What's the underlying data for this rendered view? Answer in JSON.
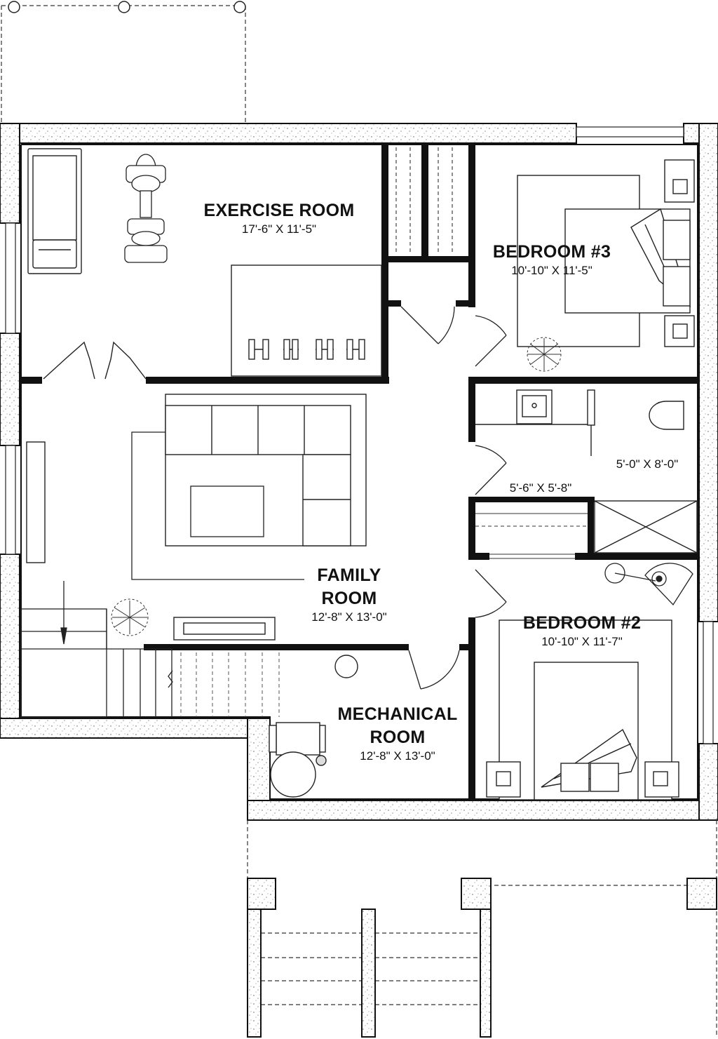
{
  "rooms": {
    "exercise": {
      "name": "EXERCISE ROOM",
      "dims": "17'-6\" X 11'-5\""
    },
    "bedroom3": {
      "name": "BEDROOM #3",
      "dims": "10'-10\" X 11'-5\""
    },
    "family": {
      "name_line1": "FAMILY",
      "name_line2": "ROOM",
      "dims": "12'-8\" X 13'-0\""
    },
    "bedroom2": {
      "name": "BEDROOM #2",
      "dims": "10'-10\" X 11'-7\""
    },
    "mechanical": {
      "name_line1": "MECHANICAL",
      "name_line2": "ROOM",
      "dims": "12'-8\" X 13'-0\""
    },
    "bath": {
      "dims": "5'-0\" X 8'-0\""
    },
    "closet": {
      "dims": "5'-6\" X 5'-8\""
    }
  },
  "colors": {
    "wall": "#111111",
    "line": "#222222",
    "fill": "#ffffff",
    "speckle": "#555555"
  }
}
